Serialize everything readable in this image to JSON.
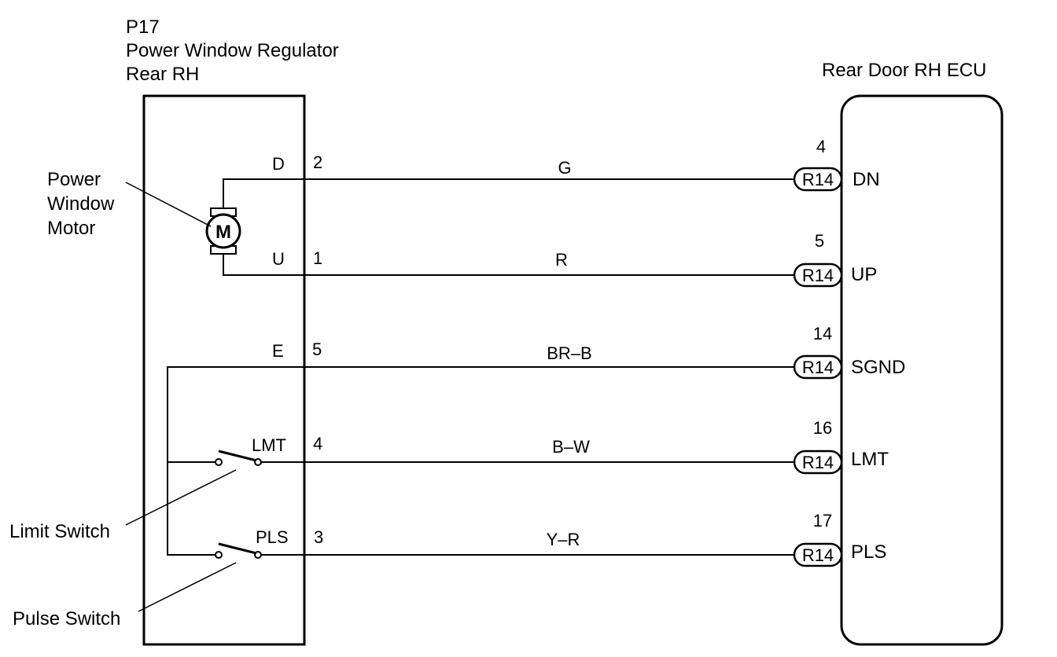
{
  "component": {
    "code": "P17",
    "name_line1": "Power Window Regulator",
    "name_line2": "Rear RH"
  },
  "ecu": {
    "title": "Rear Door RH ECU"
  },
  "callouts": {
    "motor_line1": "Power",
    "motor_line2": "Window",
    "motor_line3": "Motor",
    "limit_switch": "Limit Switch",
    "pulse_switch": "Pulse Switch"
  },
  "motor_symbol": "M",
  "circuits": [
    {
      "terminal": "D",
      "pin": "2",
      "wire": "G",
      "connector": "R14",
      "ecu_pin": "4",
      "ecu_terminal": "DN"
    },
    {
      "terminal": "U",
      "pin": "1",
      "wire": "R",
      "connector": "R14",
      "ecu_pin": "5",
      "ecu_terminal": "UP"
    },
    {
      "terminal": "E",
      "pin": "5",
      "wire": "BR–B",
      "connector": "R14",
      "ecu_pin": "14",
      "ecu_terminal": "SGND"
    },
    {
      "terminal": "LMT",
      "pin": "4",
      "wire": "B–W",
      "connector": "R14",
      "ecu_pin": "16",
      "ecu_terminal": "LMT"
    },
    {
      "terminal": "PLS",
      "pin": "3",
      "wire": "Y–R",
      "connector": "R14",
      "ecu_pin": "17",
      "ecu_terminal": "PLS"
    }
  ]
}
